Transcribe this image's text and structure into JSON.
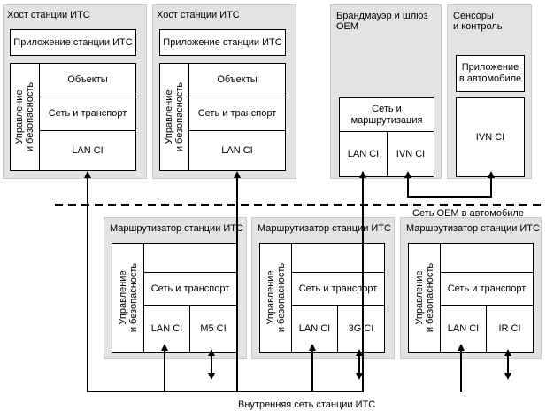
{
  "hosts": [
    {
      "title": "Хост станции ИТС",
      "app": "Приложение станции ИТС",
      "mgmt": "Управление\nи безопасность",
      "objects": "Объекты",
      "network": "Сеть и транспорт",
      "lan": "LAN CI"
    },
    {
      "title": "Хост станции ИТС",
      "app": "Приложение станции ИТС",
      "mgmt": "Управление\nи безопасность",
      "objects": "Объекты",
      "network": "Сеть и транспорт",
      "lan": "LAN CI"
    }
  ],
  "firewall": {
    "title": "Брандмауэр и шлюз\nOEM",
    "routing": "Сеть и\nмаршрутизация",
    "lan": "LAN CI",
    "ivn": "IVN CI"
  },
  "sensors": {
    "title": "Сенсоры\nи контроль",
    "app": "Приложение\nв автомобиле",
    "ivn": "IVN CI"
  },
  "oem_network_label": "Сеть OEM в автомобиле",
  "routers": [
    {
      "title": "Маршрутизатор станции ИТС",
      "mgmt": "Управление\nи безопасность",
      "network": "Сеть и транспорт",
      "lan": "LAN CI",
      "ci": "M5 CI"
    },
    {
      "title": "Маршрутизатор станции ИТС",
      "mgmt": "Управление\nи безопасность",
      "network": "Сеть и транспорт",
      "lan": "LAN CI",
      "ci": "3G CI"
    },
    {
      "title": "Маршрутизатор станции ИТС",
      "mgmt": "Управление\nи безопасность",
      "network": "Сеть и транспорт",
      "lan": "LAN CI",
      "ci": "IR CI"
    }
  ],
  "internal_network_label": "Внутренняя сеть станции ИТС"
}
